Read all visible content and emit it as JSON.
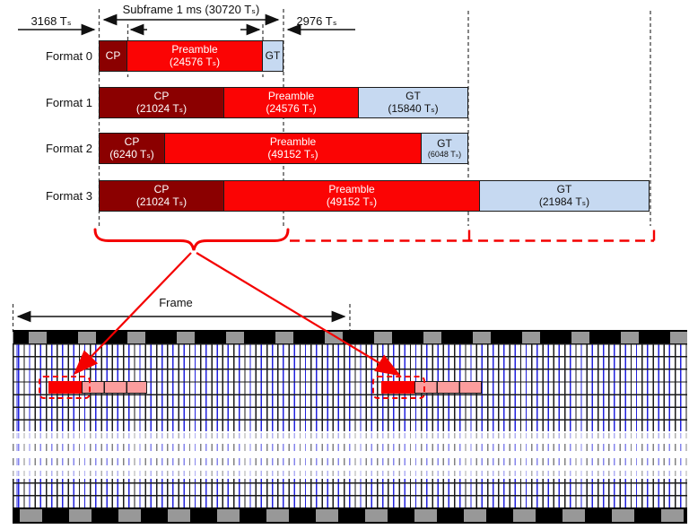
{
  "header": {
    "subframe_label": "Subframe 1 ms (30720 Tₛ)",
    "cp_offset_label": "3168 Tₛ",
    "gt_offset_label": "2976 Tₛ"
  },
  "formats": [
    {
      "name": "Format 0",
      "cp": {
        "label": "CP",
        "value": ""
      },
      "preamble": {
        "label": "Preamble",
        "value": "(24576 Tₛ)"
      },
      "gt": {
        "label": "GT",
        "value": ""
      }
    },
    {
      "name": "Format 1",
      "cp": {
        "label": "CP",
        "value": "(21024 Tₛ)"
      },
      "preamble": {
        "label": "Preamble",
        "value": "(24576 Tₛ)"
      },
      "gt": {
        "label": "GT",
        "value": "(15840 Tₛ)"
      }
    },
    {
      "name": "Format 2",
      "cp": {
        "label": "CP",
        "value": "(6240 Tₛ)"
      },
      "preamble": {
        "label": "Preamble",
        "value": "(49152 Tₛ)"
      },
      "gt": {
        "label": "GT",
        "value": "(6048 Tₛ)"
      }
    },
    {
      "name": "Format 3",
      "cp": {
        "label": "CP",
        "value": "(21024 Tₛ)"
      },
      "preamble": {
        "label": "Preamble",
        "value": "(49152 Tₛ)"
      },
      "gt": {
        "label": "GT",
        "value": "(21984 Tₛ)"
      }
    }
  ],
  "frame": {
    "label": "Frame"
  },
  "colors": {
    "cp": "#8B0000",
    "preamble": "#FB0404",
    "gt": "#C6D9F1",
    "highlight_red": "#FA0000",
    "highlight_pink": "#FB9D9D",
    "annotation_red": "#F40000",
    "grid_blue": "#2020DD",
    "checker_gray": "#989898"
  }
}
